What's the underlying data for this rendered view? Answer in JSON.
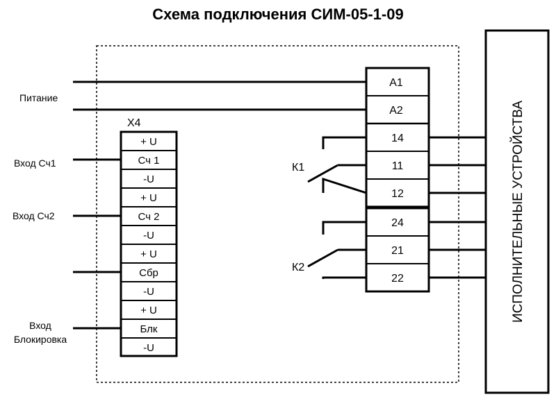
{
  "title": "Схема подключения СИМ-05-1-09",
  "left_labels": {
    "power": "Питание",
    "input1": "Вход Сч1",
    "input2": "Вход Сч2",
    "block_line1": "Вход",
    "block_line2": "Блокировка"
  },
  "x4": {
    "name": "X4",
    "terminals": [
      "+ U",
      "Сч 1",
      "-U",
      "+ U",
      "Сч 2",
      "-U",
      "+ U",
      "Сбр",
      "-U",
      "+ U",
      "Блк",
      "-U"
    ]
  },
  "right_terminals": [
    "А1",
    "А2",
    "14",
    "11",
    "12",
    "24",
    "21",
    "22"
  ],
  "relays": {
    "k1": "К1",
    "k2": "К2"
  },
  "actuators": "ИСПОЛНИТЕЛЬНЫЕ УСТРОЙСТВА"
}
